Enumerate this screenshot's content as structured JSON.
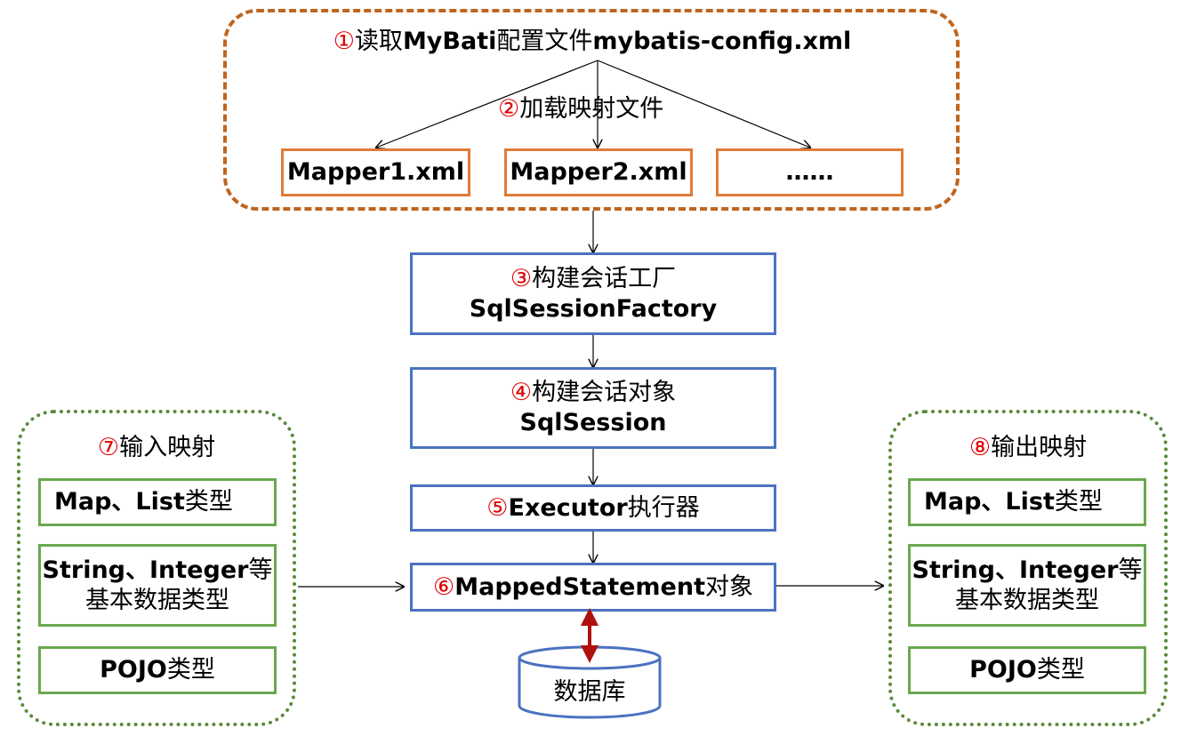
{
  "config": {
    "num": "①",
    "prefix": "读取",
    "bold": "MyBati",
    "middle": "配置文件",
    "file": "mybatis-config.xml"
  },
  "load_mapping": {
    "num": "②",
    "text": "加载映射文件"
  },
  "mappers": [
    "Mapper1.xml",
    "Mapper2.xml",
    "……"
  ],
  "factory": {
    "num": "③",
    "title": "构建会话工厂",
    "name": "SqlSessionFactory"
  },
  "session": {
    "num": "④",
    "title": "构建会话对象",
    "name": "SqlSession"
  },
  "executor": {
    "num": "⑤",
    "name": "Executor",
    "suffix": "执行器"
  },
  "statement": {
    "num": "⑥",
    "name": "MappedStatement",
    "suffix": "对象"
  },
  "database": {
    "label": "数据库"
  },
  "input_mapping": {
    "num": "⑦",
    "title": "输入映射",
    "types": [
      {
        "bold": "Map、List",
        "plain": "类型"
      },
      {
        "bold": "String、Integer",
        "plain": "等",
        "line2": "基本数据类型"
      },
      {
        "bold": "POJO",
        "plain": "类型"
      }
    ]
  },
  "output_mapping": {
    "num": "⑧",
    "title": "输出映射",
    "types": [
      {
        "bold": "Map、List",
        "plain": "类型"
      },
      {
        "bold": "String、Integer",
        "plain": "等",
        "line2": "基本数据类型"
      },
      {
        "bold": "POJO",
        "plain": "类型"
      }
    ]
  },
  "colors": {
    "orange": "#e07b39",
    "blue": "#4a72c0",
    "green": "#6aa84f",
    "red": "#e00000",
    "darkred": "#b01010"
  }
}
